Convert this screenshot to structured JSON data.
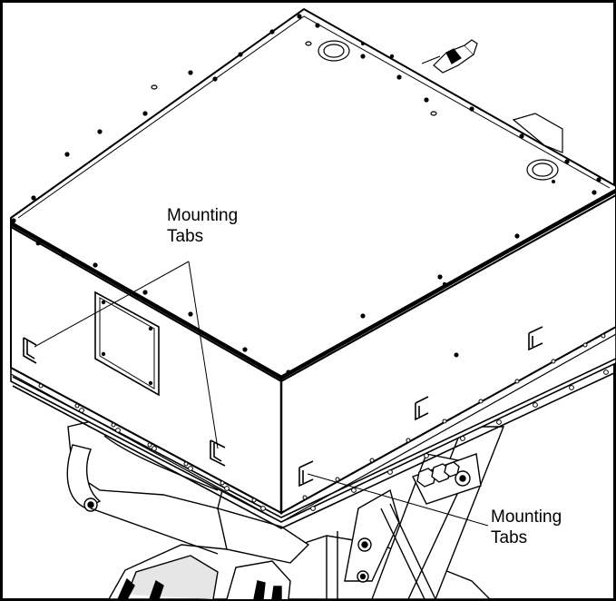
{
  "figure": {
    "callouts": [
      {
        "line1": "Mounting",
        "line2": "Tabs"
      },
      {
        "line1": "Mounting",
        "line2": "Tabs"
      }
    ],
    "colors": {
      "ink": "#000000",
      "paper": "#ffffff",
      "shade": "#e6e6e6"
    }
  }
}
